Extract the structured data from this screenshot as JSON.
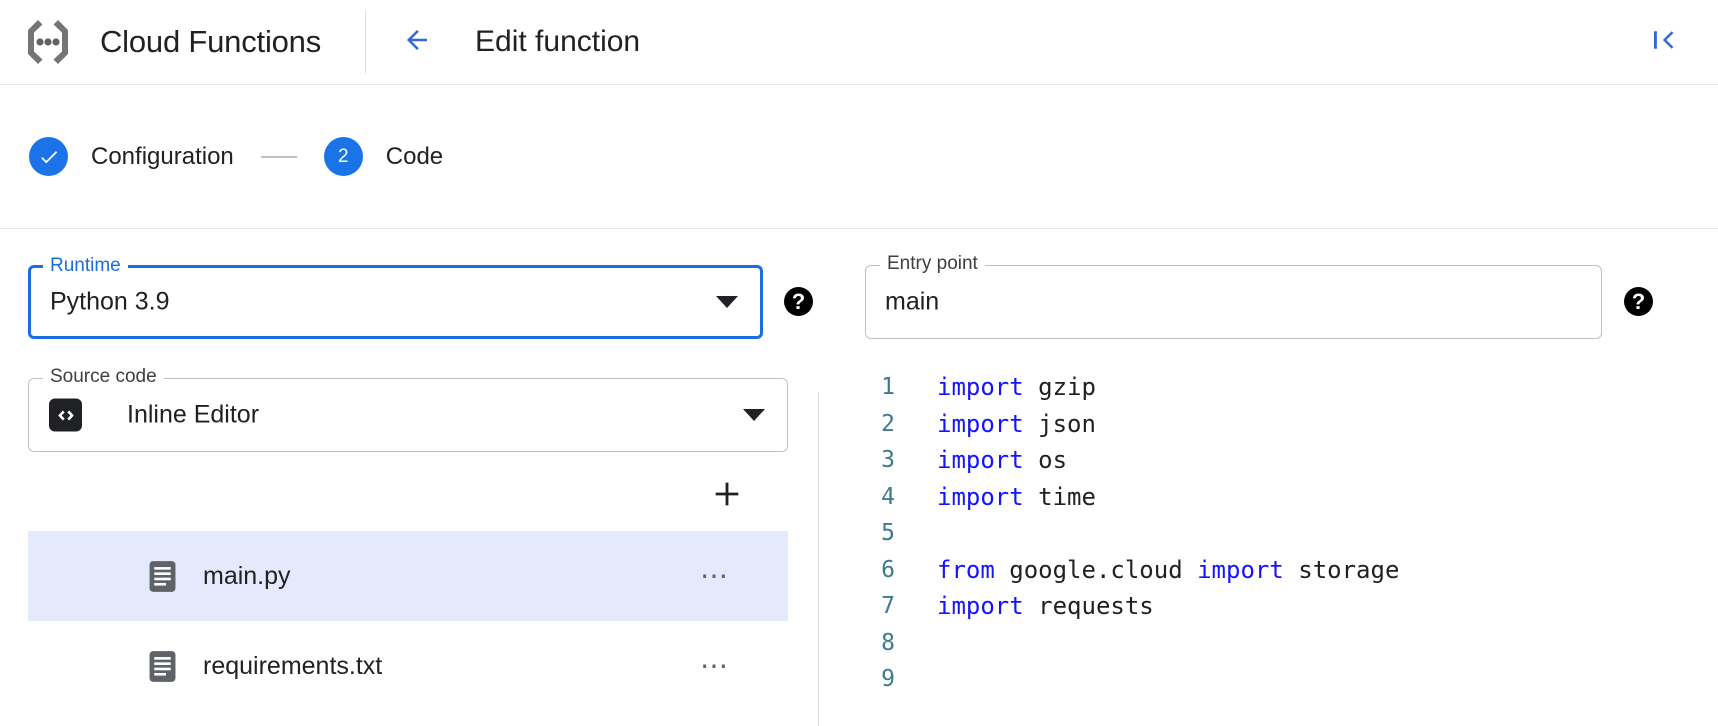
{
  "header": {
    "product_logo": "cloud-functions-logo",
    "product_name": "Cloud Functions",
    "back_icon": "arrow-left-icon",
    "page_title": "Edit function",
    "collapse_icon": "collapse-panel-icon"
  },
  "stepper": {
    "steps": [
      {
        "marker": "✓",
        "label": "Configuration",
        "state": "complete"
      },
      {
        "marker": "2",
        "label": "Code",
        "state": "active"
      }
    ]
  },
  "form": {
    "runtime": {
      "legend": "Runtime",
      "value": "Python 3.9",
      "caret_icon": "chevron-down-icon",
      "help_icon": "help-icon",
      "help_glyph": "?",
      "focused": true
    },
    "entry_point": {
      "legend": "Entry point",
      "value": "main",
      "help_icon": "help-icon",
      "help_glyph": "?",
      "focused": false
    }
  },
  "source": {
    "legend": "Source code",
    "selector_icon": "code-brackets-icon",
    "selector_value": "Inline Editor",
    "caret_icon": "chevron-down-icon",
    "add_button": "add-file-button",
    "add_glyph": "+",
    "files": [
      {
        "name": "main.py",
        "icon": "file-icon",
        "menu": "⋯",
        "selected": true
      },
      {
        "name": "requirements.txt",
        "icon": "file-icon",
        "menu": "⋯",
        "selected": false
      }
    ]
  },
  "editor": {
    "lines": [
      {
        "n": "1",
        "tokens": [
          {
            "t": "import",
            "k": true
          },
          {
            "t": " gzip",
            "k": false
          }
        ]
      },
      {
        "n": "2",
        "tokens": [
          {
            "t": "import",
            "k": true
          },
          {
            "t": " json",
            "k": false
          }
        ]
      },
      {
        "n": "3",
        "tokens": [
          {
            "t": "import",
            "k": true
          },
          {
            "t": " os",
            "k": false
          }
        ]
      },
      {
        "n": "4",
        "tokens": [
          {
            "t": "import",
            "k": true
          },
          {
            "t": " time",
            "k": false
          }
        ]
      },
      {
        "n": "5",
        "tokens": []
      },
      {
        "n": "6",
        "tokens": [
          {
            "t": "from",
            "k": true
          },
          {
            "t": " google.cloud ",
            "k": false
          },
          {
            "t": "import",
            "k": true
          },
          {
            "t": " storage",
            "k": false
          }
        ]
      },
      {
        "n": "7",
        "tokens": [
          {
            "t": "import",
            "k": true
          },
          {
            "t": " requests",
            "k": false
          }
        ]
      },
      {
        "n": "8",
        "tokens": []
      },
      {
        "n": "9",
        "tokens": []
      }
    ]
  },
  "colors": {
    "accent_blue": "#1a73e8",
    "focus_blue": "#1a6fe0",
    "selected_row": "#e4eafb",
    "keyword_blue": "#1414ff",
    "line_number": "#3c7b8c",
    "border_grey": "#bdc1c6",
    "icon_grey": "#5f6368"
  }
}
